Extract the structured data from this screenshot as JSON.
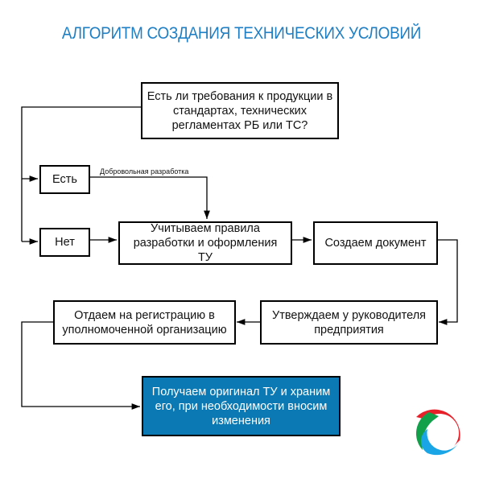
{
  "title": "АЛГОРИТМ СОЗДАНИЯ ТЕХНИЧЕСКИХ УСЛОВИЙ",
  "nodes": {
    "question": "Есть ли требования к продукции в стандартах, технических регламентах РБ или ТС?",
    "yes": "Есть",
    "no": "Нет",
    "rules": "Учитываем правила разработки и оформления ТУ",
    "create": "Создаем документ",
    "approve": "Утверждаем у руководителя предприятия",
    "register": "Отдаем на регистрацию в уполномоченной организацию",
    "final": "Получаем оригинал ТУ и храним его, при необходимости вносим изменения"
  },
  "edge_labels": {
    "voluntary": "Добровольная разработка"
  },
  "colors": {
    "title": "#1f7fc4",
    "final_box": "#0b79b3"
  }
}
